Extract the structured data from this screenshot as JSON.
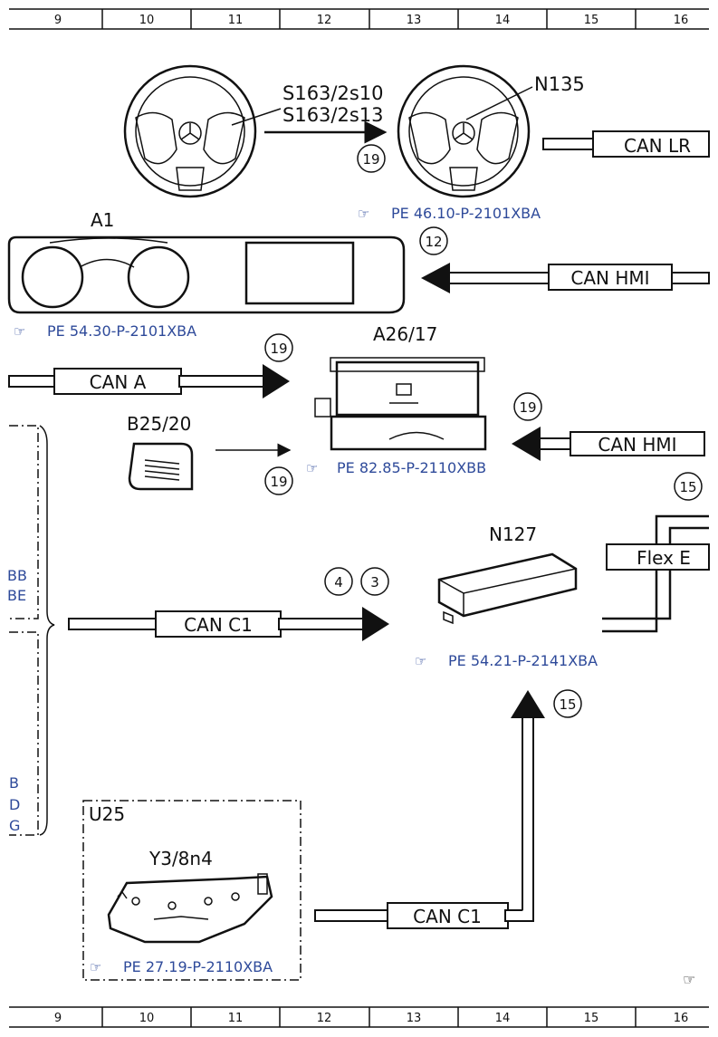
{
  "grid": {
    "top": [
      "9",
      "10",
      "11",
      "12",
      "13",
      "14",
      "15",
      "16"
    ],
    "bottom": [
      "9",
      "10",
      "11",
      "12",
      "13",
      "14",
      "15",
      "16"
    ]
  },
  "components": {
    "s163": {
      "line1": "S163/2s10",
      "line2": "S163/2s13"
    },
    "n135": {
      "label": "N135"
    },
    "a1": {
      "label": "A1"
    },
    "a26": {
      "label": "A26/17"
    },
    "b25": {
      "label": "B25/20"
    },
    "n127": {
      "label": "N127"
    },
    "u25": {
      "label": "U25"
    },
    "y3": {
      "label": "Y3/8n4"
    }
  },
  "buses": {
    "can_lr": "CAN LR",
    "can_hmi_1": "CAN HMI",
    "can_a": "CAN A",
    "can_hmi_2": "CAN HMI",
    "flex_e": "Flex E",
    "can_c1_1": "CAN C1",
    "can_c1_2": "CAN C1"
  },
  "refs": {
    "r1": "PE 46.10-P-2101XBA",
    "r2": "PE 54.30-P-2101XBA",
    "r3": "PE 82.85-P-2110XBB",
    "r4": "PE 54.21-P-2141XBA",
    "r5": "PE 27.19-P-2110XBA"
  },
  "circles": {
    "c1": "19",
    "c2": "12",
    "c3": "19",
    "c4": "19",
    "c5": "19",
    "c6": "15",
    "c7": "4",
    "c8": "3",
    "c9": "15"
  },
  "left_fragments": {
    "f1": "BB",
    "f2": "BE",
    "f3": "B",
    "f4": "D",
    "f5": "G"
  },
  "colors": {
    "reference_blue": "#2e4a9a",
    "line": "#111111"
  }
}
